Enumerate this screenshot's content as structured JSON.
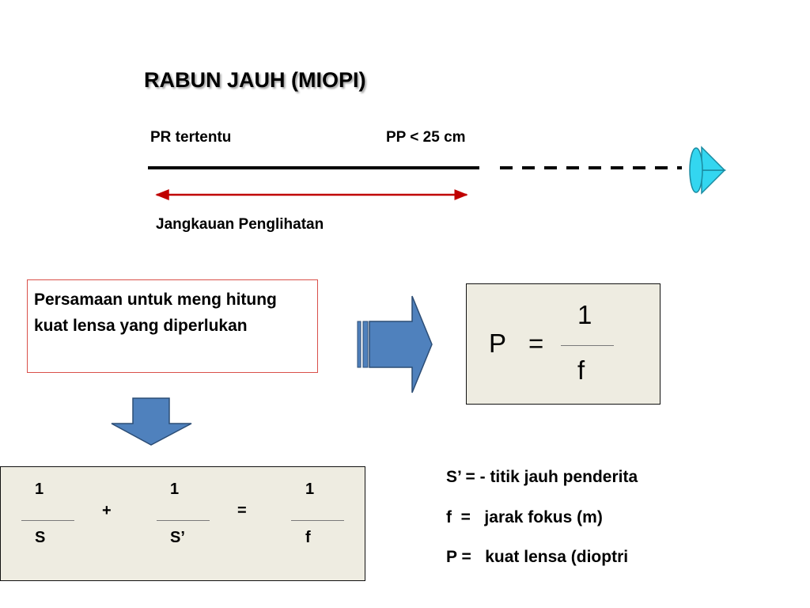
{
  "title": "RABUN JAUH (MIOPI)",
  "diagram": {
    "pr_label": "PR tertentu",
    "pp_label": "PP < 25 cm",
    "range_label": "Jangkauan Penglihatan"
  },
  "equation_prompt": "Persamaan untuk meng hitung kuat lensa yang diperlukan",
  "power_formula": {
    "lhs": "P",
    "eq": "=",
    "numerator": "1",
    "denominator": "f"
  },
  "lens_formula": {
    "term1_num": "1",
    "term1_den": "S",
    "plus": "+",
    "term2_num": "1",
    "term2_den": "S’",
    "eq": "=",
    "term3_num": "1",
    "term3_den": "f"
  },
  "legend": {
    "line1": "S’ = - titik jauh penderita",
    "line2": "f  =   jarak fokus (m)",
    "line3": "P =   kuat lensa (dioptri"
  },
  "colors": {
    "arrow_fill": "#4f81bd",
    "range_arrow": "#c00000",
    "eye": "#33d6f0",
    "box_bg": "#eeece1",
    "prompt_border": "#d9504a"
  }
}
